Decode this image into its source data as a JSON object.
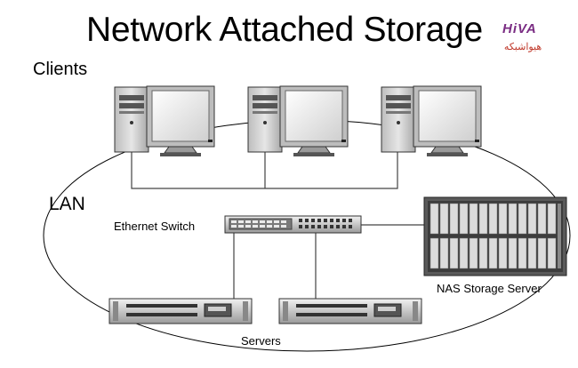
{
  "diagram": {
    "title": "Network Attached Storage",
    "labels": {
      "clients": "Clients",
      "lan": "LAN",
      "switch": "Ethernet Switch",
      "nas": "NAS Storage Server",
      "servers": "Servers"
    },
    "logo": {
      "word": "HiVA",
      "subtitle": "هیواشبکه"
    }
  }
}
